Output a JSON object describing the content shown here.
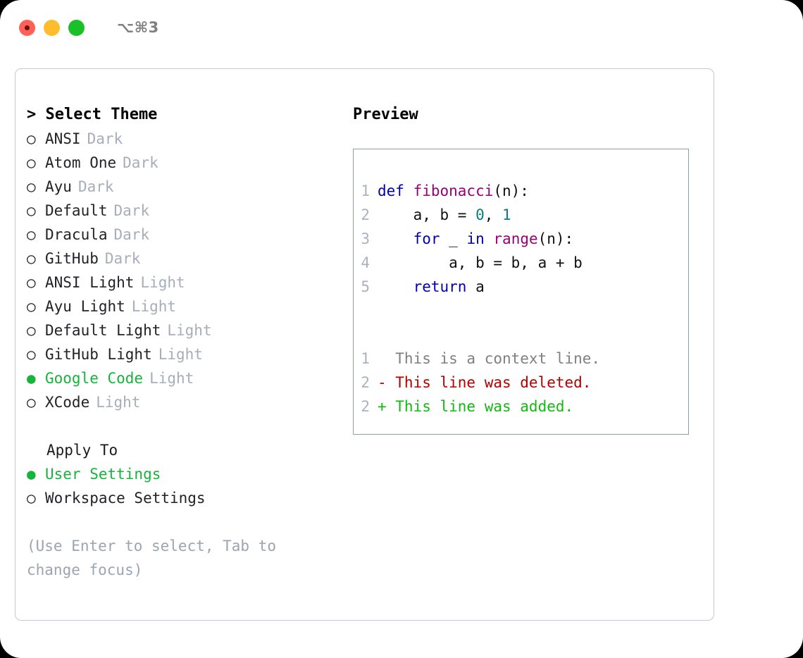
{
  "titlebar": {
    "shortcut": "⌥⌘3",
    "lights": [
      {
        "name": "close",
        "color": "#ff6159"
      },
      {
        "name": "minimize",
        "color": "#ffbd2e"
      },
      {
        "name": "maximize",
        "color": "#1ac028"
      }
    ]
  },
  "theme_picker": {
    "heading": "> Select Theme",
    "bullet_selected": "●",
    "bullet_unselected": "○",
    "accent_color": "#15b43a",
    "items": [
      {
        "bullet": "○",
        "name": "ANSI",
        "category": "Dark",
        "selected": false
      },
      {
        "bullet": "○",
        "name": "Atom One",
        "category": "Dark",
        "selected": false
      },
      {
        "bullet": "○",
        "name": "Ayu",
        "category": "Dark",
        "selected": false
      },
      {
        "bullet": "○",
        "name": "Default",
        "category": "Dark",
        "selected": false
      },
      {
        "bullet": "○",
        "name": "Dracula",
        "category": "Dark",
        "selected": false
      },
      {
        "bullet": "○",
        "name": "GitHub",
        "category": "Dark",
        "selected": false
      },
      {
        "bullet": "○",
        "name": "ANSI Light",
        "category": "Light",
        "selected": false
      },
      {
        "bullet": "○",
        "name": "Ayu Light",
        "category": "Light",
        "selected": false
      },
      {
        "bullet": "○",
        "name": "Default Light",
        "category": "Light",
        "selected": false
      },
      {
        "bullet": "○",
        "name": "GitHub Light",
        "category": "Light",
        "selected": false
      },
      {
        "bullet": "●",
        "name": "Google Code",
        "category": "Light",
        "selected": true
      },
      {
        "bullet": "○",
        "name": "XCode",
        "category": "Light",
        "selected": false
      }
    ]
  },
  "apply_to": {
    "heading": "Apply To",
    "items": [
      {
        "bullet": "●",
        "name": "User Settings",
        "selected": true
      },
      {
        "bullet": "○",
        "name": "Workspace Settings",
        "selected": false
      }
    ]
  },
  "hint": "(Use Enter to select, Tab to change focus)",
  "preview": {
    "title": "Preview",
    "code_lines": [
      {
        "lineno": "1",
        "tokens": [
          {
            "text": "def ",
            "type": "kw"
          },
          {
            "text": "fibonacci",
            "type": "fn"
          },
          {
            "text": "(n):",
            "type": "plain"
          }
        ]
      },
      {
        "lineno": "2",
        "tokens": [
          {
            "text": "    a, b = ",
            "type": "plain"
          },
          {
            "text": "0",
            "type": "num"
          },
          {
            "text": ", ",
            "type": "plain"
          },
          {
            "text": "1",
            "type": "num"
          }
        ]
      },
      {
        "lineno": "3",
        "tokens": [
          {
            "text": "    ",
            "type": "plain"
          },
          {
            "text": "for",
            "type": "kw"
          },
          {
            "text": " _ ",
            "type": "plain"
          },
          {
            "text": "in",
            "type": "kw"
          },
          {
            "text": " ",
            "type": "plain"
          },
          {
            "text": "range",
            "type": "fn"
          },
          {
            "text": "(n):",
            "type": "plain"
          }
        ]
      },
      {
        "lineno": "4",
        "tokens": [
          {
            "text": "        a, b = b, a + b",
            "type": "plain"
          }
        ]
      },
      {
        "lineno": "5",
        "tokens": [
          {
            "text": "    ",
            "type": "plain"
          },
          {
            "text": "return",
            "type": "kw"
          },
          {
            "text": " a",
            "type": "plain"
          }
        ]
      }
    ],
    "diff_lines": [
      {
        "lineno": "1",
        "tokens": [
          {
            "text": "  This is a context line.",
            "type": "ctx"
          }
        ]
      },
      {
        "lineno": "2",
        "tokens": [
          {
            "text": "- This line was deleted.",
            "type": "del"
          }
        ]
      },
      {
        "lineno": "2",
        "tokens": [
          {
            "text": "+ This line was added.",
            "type": "add"
          }
        ]
      }
    ]
  }
}
